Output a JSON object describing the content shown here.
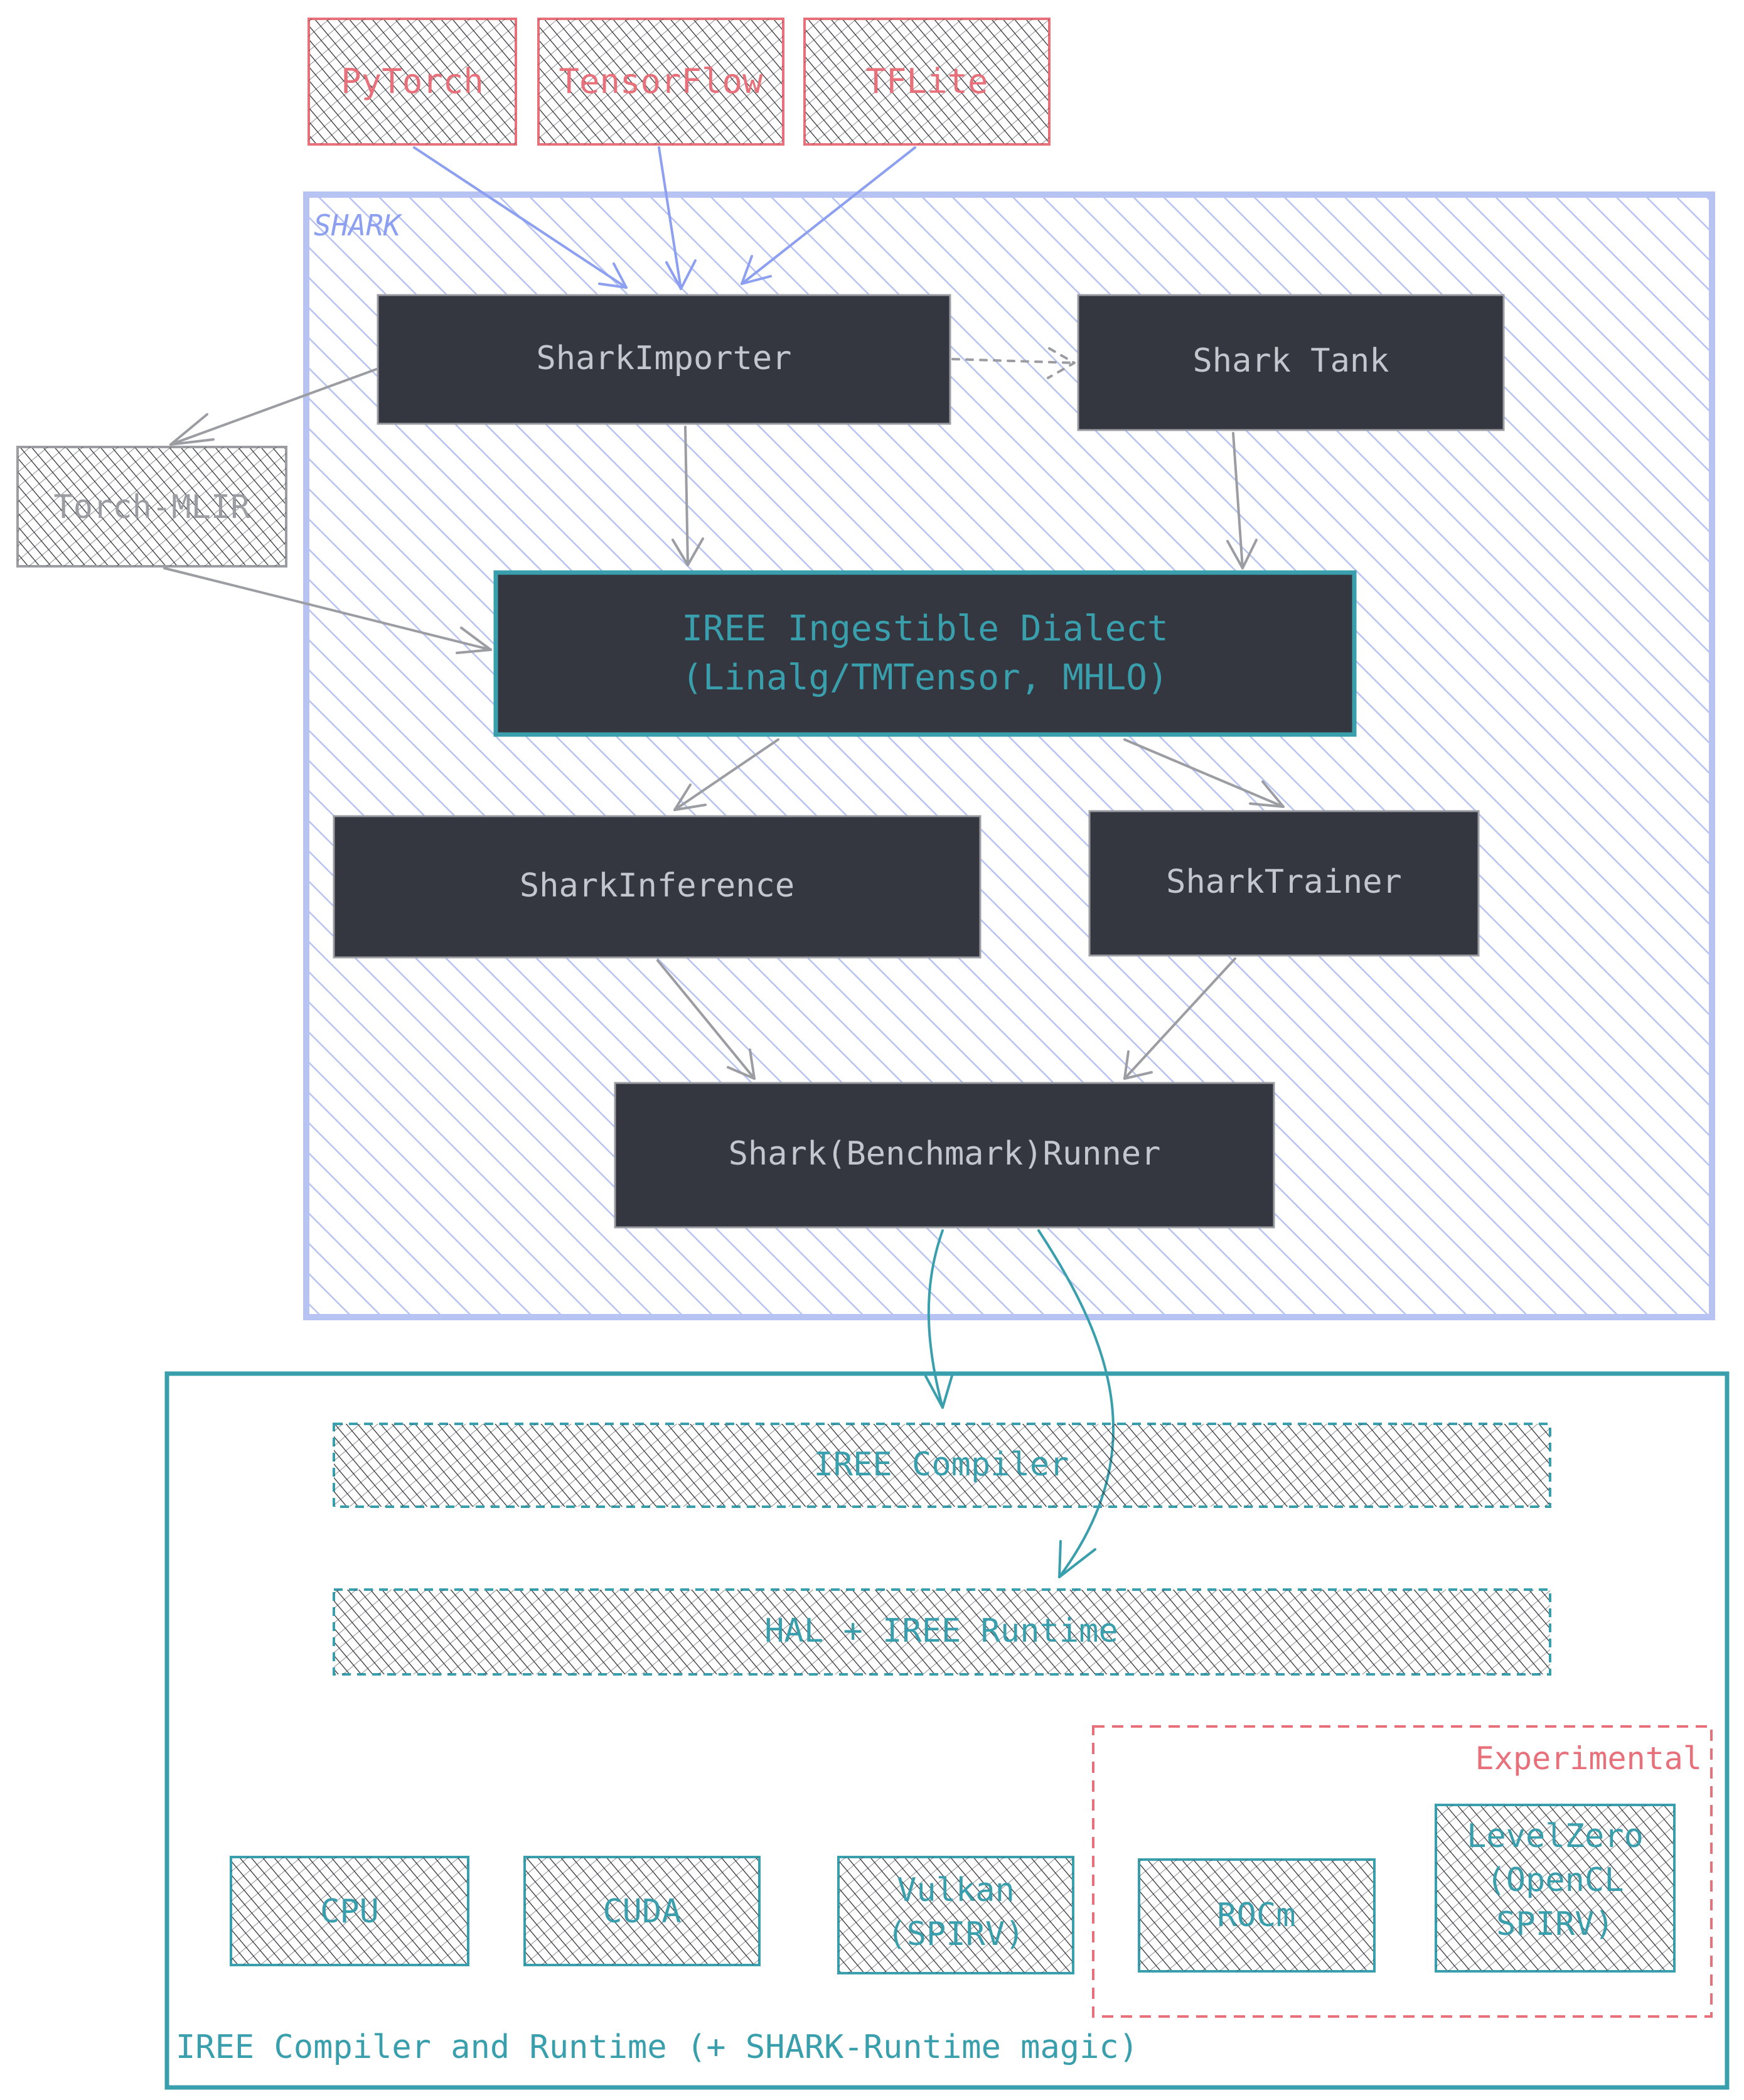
{
  "colors": {
    "red": "#e8707a",
    "blue": "#8c9ff0",
    "blue_hatch": "#b7c3f2",
    "teal": "#3a9fad",
    "dark": "#343740",
    "gray": "#9b9da2",
    "hatch_dark": "#2b2d33",
    "light_text": "#c3c6cc"
  },
  "frameworks": {
    "pytorch": "PyTorch",
    "tensorflow": "TensorFlow",
    "tflite": "TFLite"
  },
  "shark": {
    "label": "SHARK",
    "importer": "SharkImporter",
    "tank": "Shark Tank",
    "torch_mlir": "Torch-MLIR",
    "dialect_line1": "IREE Ingestible Dialect",
    "dialect_line2": "(Linalg/TMTensor, MHLO)",
    "inference": "SharkInference",
    "trainer": "SharkTrainer",
    "runner": "Shark(Benchmark)Runner"
  },
  "iree": {
    "label": "IREE Compiler and Runtime (+ SHARK-Runtime magic)",
    "compiler": "IREE Compiler",
    "runtime": "HAL + IREE Runtime",
    "experimental_label": "Experimental",
    "backends": {
      "cpu": "CPU",
      "cuda": "CUDA",
      "vulkan_line1": "Vulkan",
      "vulkan_line2": "(SPIRV)",
      "rocm": "ROCm",
      "levelzero_line1": "LevelZero",
      "levelzero_line2": "(OpenCL",
      "levelzero_line3": "SPIRV)"
    }
  }
}
